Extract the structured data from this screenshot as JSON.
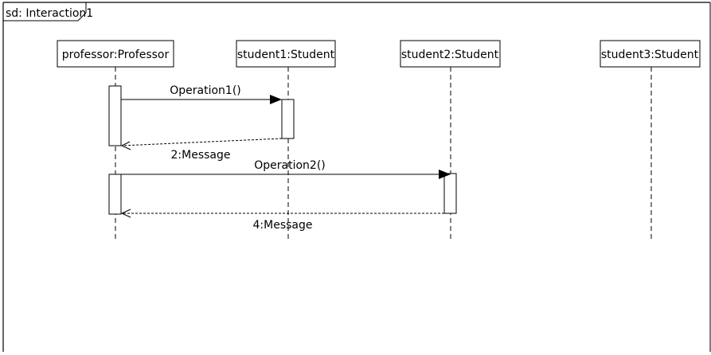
{
  "frame": {
    "label": "sd: Interaction1"
  },
  "lifelines": [
    {
      "id": "professor",
      "label": "professor:Professor"
    },
    {
      "id": "student1",
      "label": "student1:Student"
    },
    {
      "id": "student2",
      "label": "student2:Student"
    },
    {
      "id": "student3",
      "label": "student3:Student"
    }
  ],
  "messages": [
    {
      "label": "Operation1()",
      "kind": "sync",
      "from": "professor",
      "to": "student1"
    },
    {
      "label": "2:Message",
      "kind": "reply",
      "from": "student1",
      "to": "professor"
    },
    {
      "label": "Operation2()",
      "kind": "sync",
      "from": "professor",
      "to": "student2"
    },
    {
      "label": "4:Message",
      "kind": "reply",
      "from": "student2",
      "to": "professor"
    }
  ]
}
